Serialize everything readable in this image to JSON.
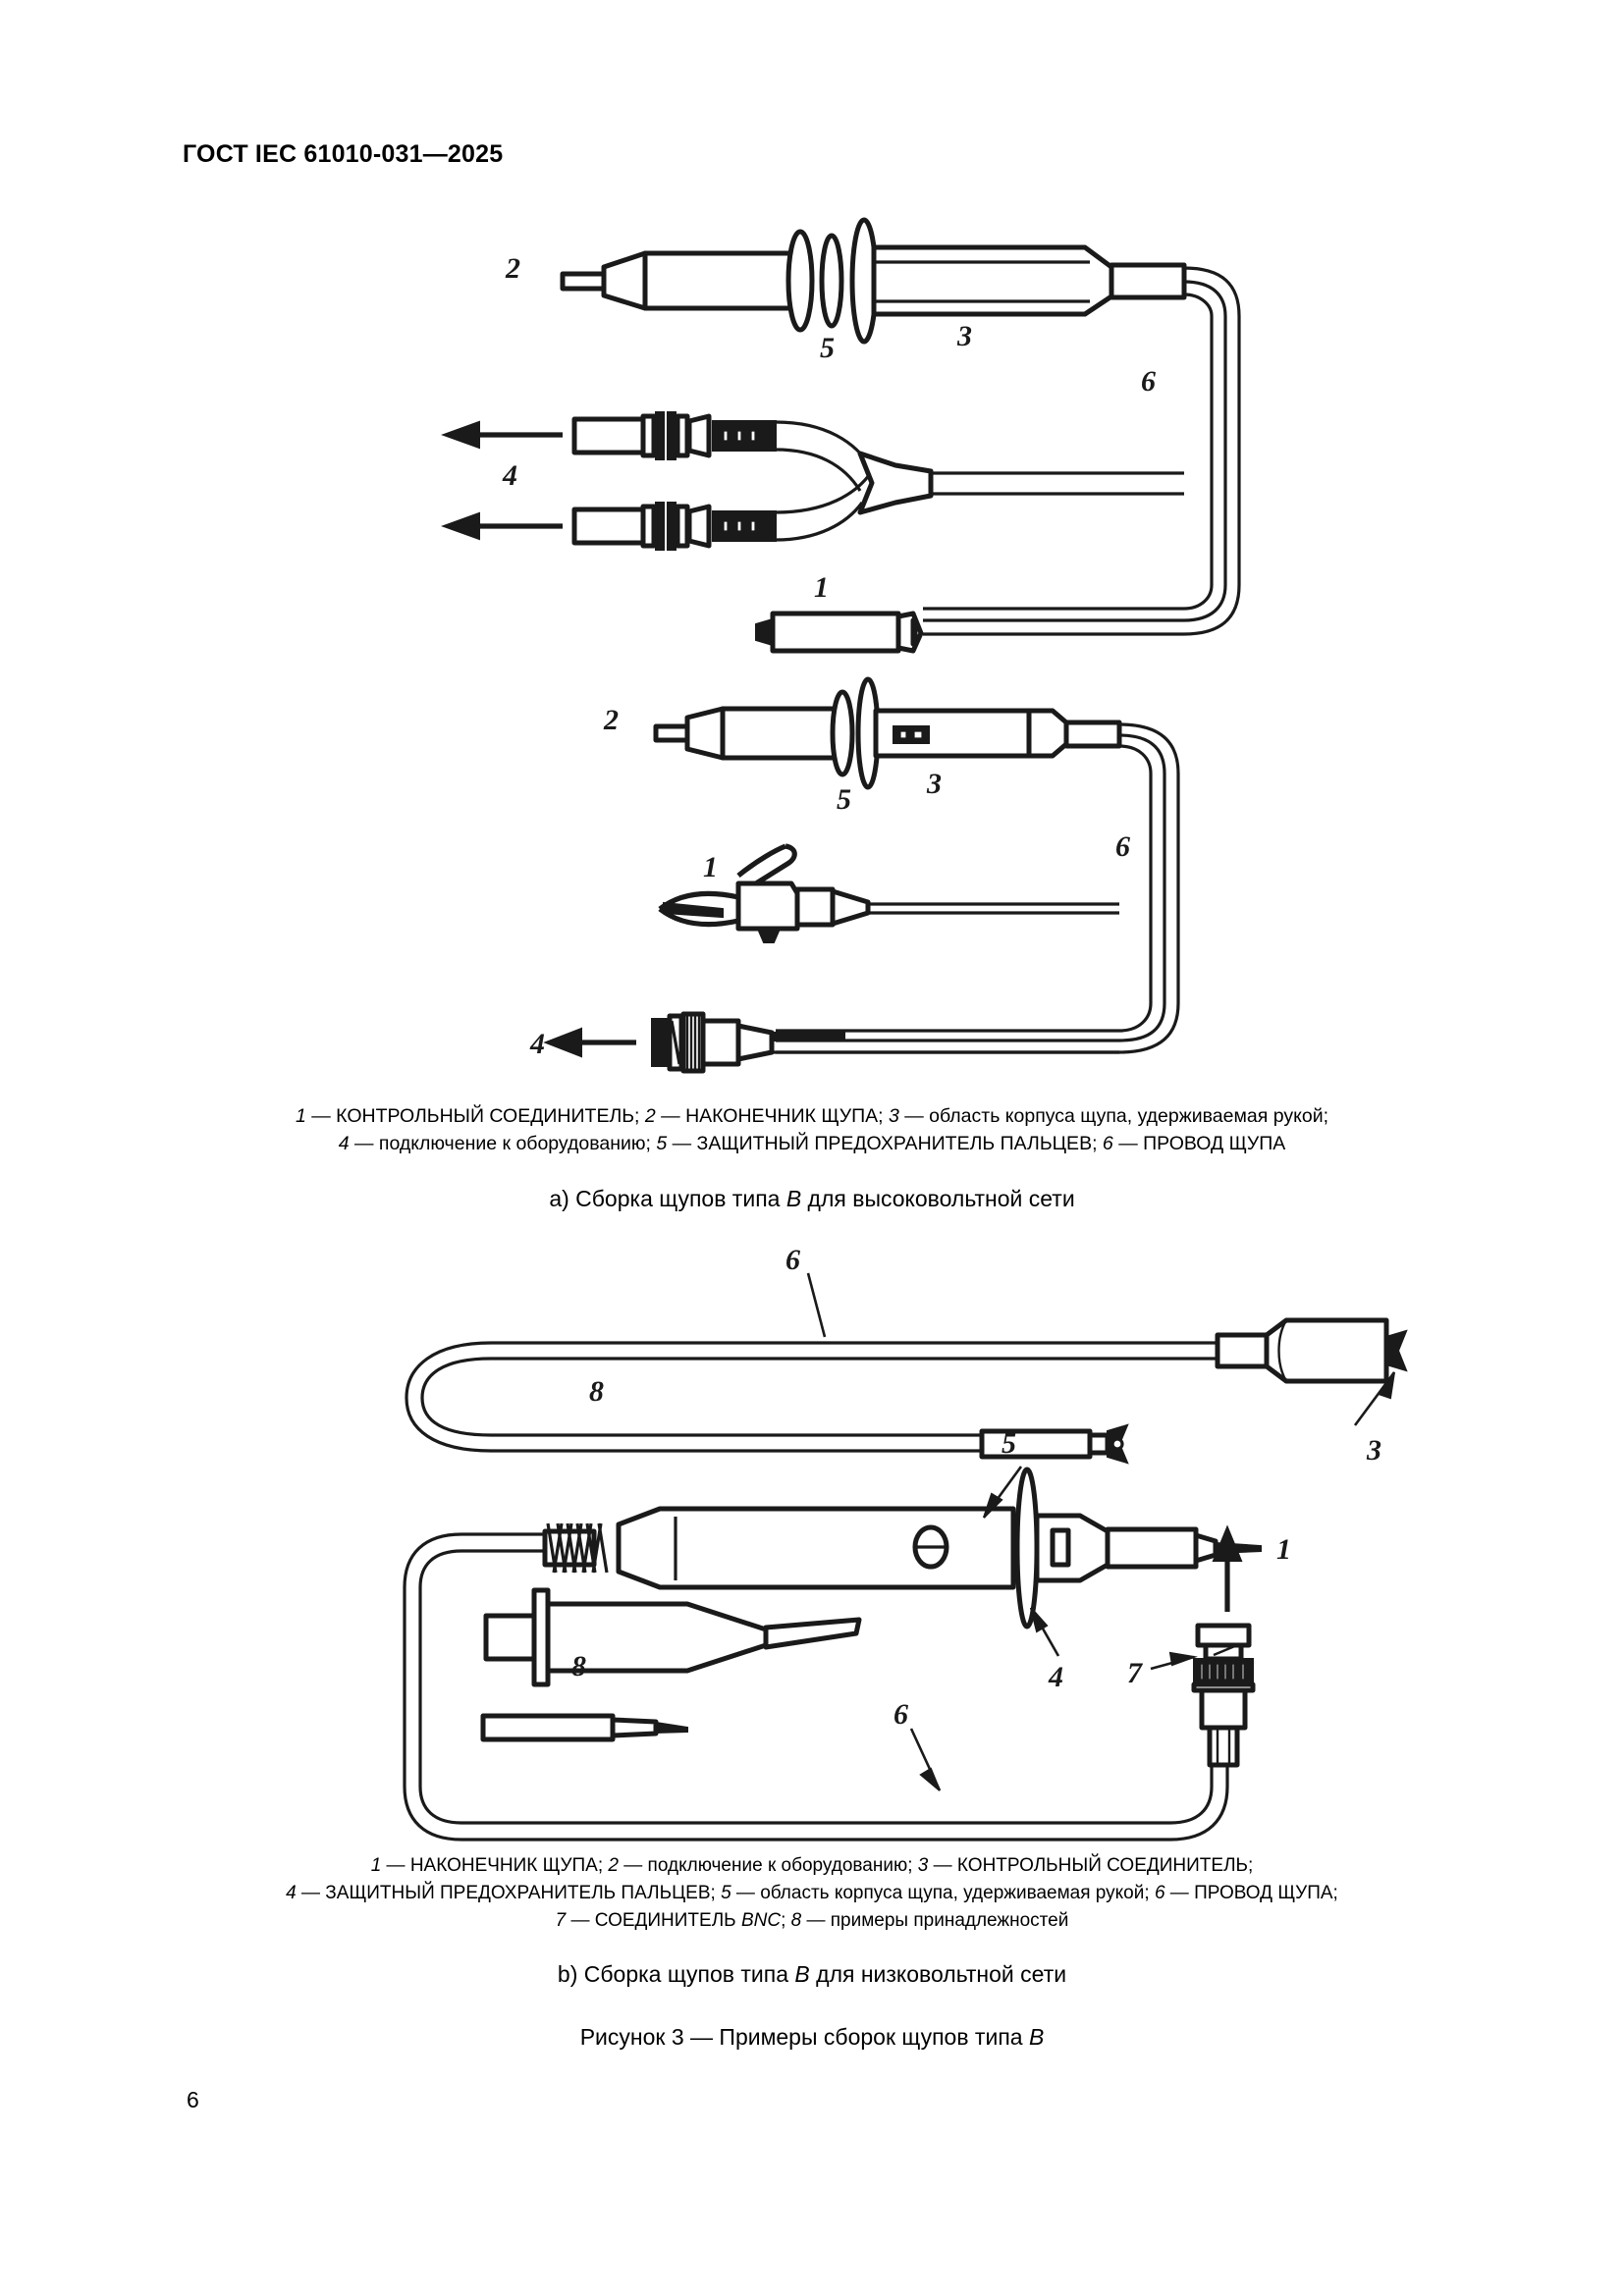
{
  "document": {
    "standard_header": "ГОСТ IEC 61010-031—2025",
    "page_number": "6"
  },
  "figure_a": {
    "labels": {
      "l2_top": "2",
      "l5_top": "5",
      "l3_top": "3",
      "l6_top": "6",
      "l4_top": "4",
      "l1_top": "1",
      "l2_mid": "2",
      "l5_mid": "5",
      "l3_mid": "3",
      "l6_mid": "6",
      "l1_mid": "1",
      "l4_mid": "4"
    },
    "caption_line_1": "1 — КОНТРОЛЬНЫЙ СОЕДИНИТЕЛЬ; 2 — НАКОНЕЧНИК ЩУПА; 3 — область корпуса щупа, удерживаемая рукой;",
    "caption_line_2": "4 — подключение к оборудованию; 5 — ЗАЩИТНЫЙ ПРЕДОХРАНИТЕЛЬ ПАЛЬЦЕВ; 6 — ПРОВОД ЩУПА",
    "subcaption": "a) Сборка щупов типа B для высоковольтной сети"
  },
  "figure_b": {
    "labels": {
      "l6_top": "6",
      "l8_top": "8",
      "l3_top": "3",
      "l5": "5",
      "l1": "1",
      "l4": "4",
      "l8_acc": "8",
      "l7": "7",
      "l6_bottom": "6"
    },
    "caption_line_1": "1 — НАКОНЕЧНИК ЩУПА; 2 — подключение к оборудованию; 3 — КОНТРОЛЬНЫЙ СОЕДИНИТЕЛЬ;",
    "caption_line_2": "4 — ЗАЩИТНЫЙ ПРЕДОХРАНИТЕЛЬ ПАЛЬЦЕВ; 5 — область корпуса щупа, удерживаемая рукой; 6 — ПРОВОД ЩУПА;",
    "caption_line_3": "7 — СОЕДИНИТЕЛЬ BNC; 8 — примеры принадлежностей",
    "subcaption": "b) Сборка щупов типа B для низковольтной сети"
  },
  "figure_title": "Рисунок 3 — Примеры сборок щупов типа B",
  "colors": {
    "ink": "#1a1a1a",
    "paper": "#ffffff"
  }
}
